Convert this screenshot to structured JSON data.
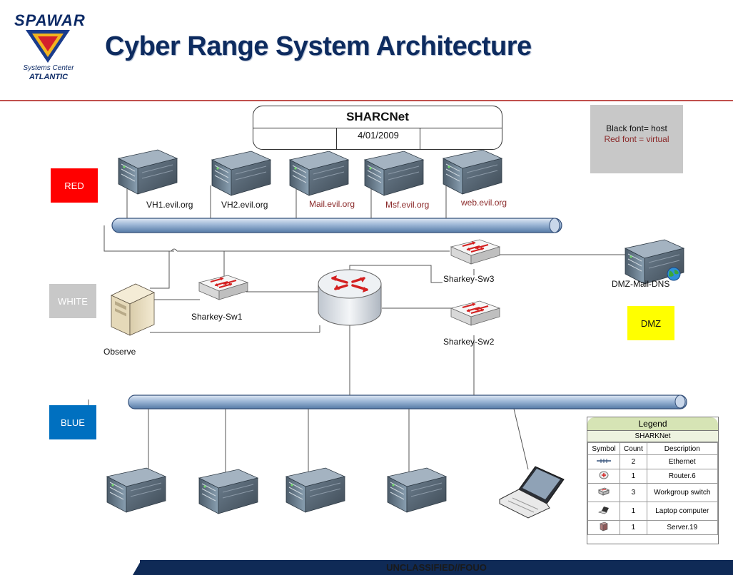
{
  "branding": {
    "logo_text": "SPAWAR",
    "logo_sub_line1": "Systems Center",
    "logo_sub_line2": "ATLANTIC"
  },
  "title": "Cyber Range System Architecture",
  "header_box": {
    "name": "SHARCNet",
    "date": "4/01/2009"
  },
  "note": {
    "line1": "Black font= host",
    "line2": "Red font = virtual"
  },
  "zones": {
    "red": "RED",
    "white": "WHITE",
    "blue": "BLUE",
    "dmz": "DMZ"
  },
  "colors": {
    "red_zone": "#ff0000",
    "white_zone": "#c8c8c8",
    "blue_zone": "#0070c0",
    "dmz_zone": "#ffff00",
    "virtual_font": "#8b2a2a",
    "title": "#0d2b5f",
    "footer": "#0f2a56"
  },
  "red_servers": [
    {
      "label": "VH1.evil.org",
      "type": "host"
    },
    {
      "label": "VH2.evil.org",
      "type": "host"
    },
    {
      "label": "Mail.evil.org",
      "type": "virtual"
    },
    {
      "label": "Msf.evil.org",
      "type": "virtual"
    },
    {
      "label": "web.evil.org",
      "type": "virtual"
    }
  ],
  "devices": {
    "sw1": "Sharkey-Sw1",
    "sw2": "Sharkey-Sw2",
    "sw3": "Sharkey-Sw3",
    "dmz_server": "DMZ-Mail-DNS",
    "observe": "Observe"
  },
  "icons": [
    "server-icon",
    "router-icon",
    "switch-icon",
    "laptop-icon",
    "workstation-icon",
    "globe-icon"
  ],
  "legend": {
    "title": "Legend",
    "subtitle": "SHARKNet",
    "headers": [
      "Symbol",
      "Count",
      "Description"
    ],
    "rows": [
      {
        "symbol": "ethernet-icon",
        "count": "2",
        "description": "Ethernet"
      },
      {
        "symbol": "router-icon",
        "count": "1",
        "description": "Router.6"
      },
      {
        "symbol": "switch-icon",
        "count": "3",
        "description": "Workgroup switch"
      },
      {
        "symbol": "laptop-icon",
        "count": "1",
        "description": "Laptop computer"
      },
      {
        "symbol": "server-icon",
        "count": "1",
        "description": "Server.19"
      }
    ]
  },
  "footer": "UNCLASSIFIED//FOUO"
}
